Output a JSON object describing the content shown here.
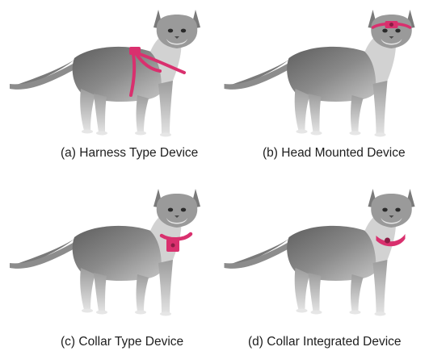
{
  "figure": {
    "panels": [
      {
        "caption": "(a) Harness Type Device",
        "device": "harness",
        "device_color": "#d9306e"
      },
      {
        "caption": "(b) Head Mounted Device",
        "device": "head-mount",
        "device_color": "#d9306e"
      },
      {
        "caption": "(c) Collar Type Device",
        "device": "collar",
        "device_color": "#d9306e"
      },
      {
        "caption": "(d) Collar Integrated Device",
        "device": "collar-integrated",
        "device_color": "#d9306e"
      }
    ],
    "cat_colors": {
      "fur_dark": "#6e6e6e",
      "fur_mid": "#9a9a9a",
      "fur_light": "#d6d6d6"
    }
  }
}
